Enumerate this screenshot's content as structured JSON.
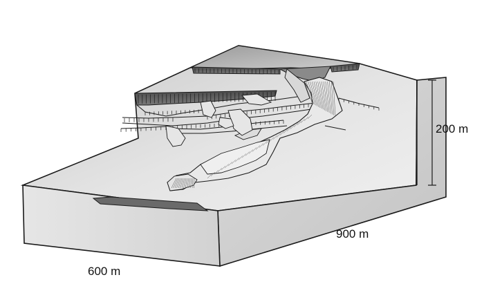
{
  "dimensions": {
    "height": "200 m",
    "length": "900 m",
    "width": "600 m"
  },
  "colors": {
    "background": "#ffffff",
    "outline": "#1a1a1a",
    "front_face": "#dcdcdc",
    "right_face": "#d4d4d4",
    "top_surface": "#e2e2e2",
    "scarp": "#5e5e5e",
    "debris": "#e8e8e8"
  }
}
